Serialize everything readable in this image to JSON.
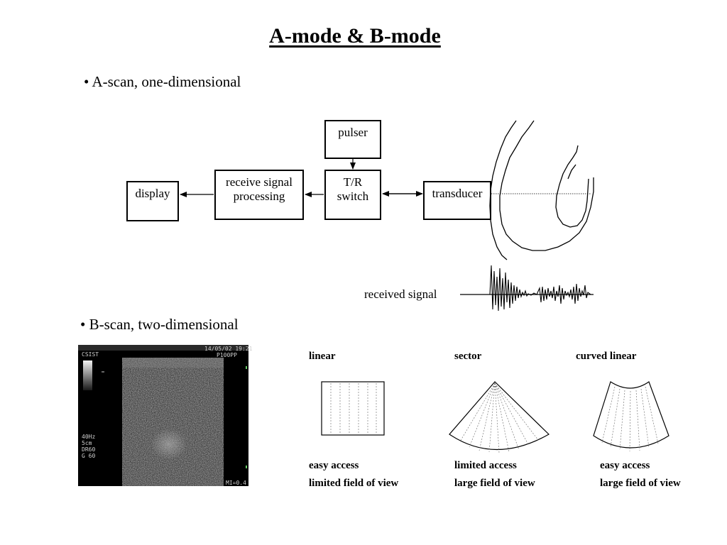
{
  "title": "A-mode & B-mode",
  "bullets": {
    "a_scan": "• A-scan, one-dimensional",
    "b_scan": "• B-scan, two-dimensional"
  },
  "a_mode": {
    "pulser": "pulser",
    "tr_switch": "T/R switch",
    "receive": "receive signal processing",
    "display": "display",
    "transducer": "transducer",
    "received_signal": "received signal"
  },
  "b_mode": {
    "linear": {
      "name": "linear",
      "pro": "easy access",
      "con": "limited field of view"
    },
    "sector": {
      "name": "sector",
      "pro": "limited access",
      "con": "large field of view"
    },
    "curved": {
      "name": "curved linear",
      "pro": "easy access",
      "con": "large field of view"
    }
  },
  "ultrasound_image": {
    "header_left": "CSIST",
    "header_right": "14/05/02 19:21",
    "header_sub": "P100PP",
    "params": [
      "40Hz",
      "5cm",
      "DR60",
      "G 60"
    ],
    "footer_right": "MI=0.4"
  }
}
